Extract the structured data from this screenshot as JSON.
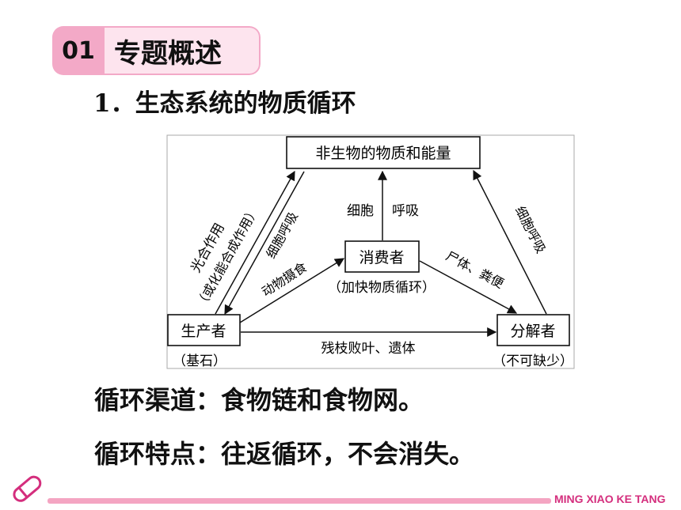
{
  "header": {
    "number": "01",
    "title": "专题概述"
  },
  "section_title": "1．生态系统的物质循环",
  "diagram": {
    "nodes": {
      "top": "非生物的物质和能量",
      "center": "消费者",
      "center_note": "（加快物质循环）",
      "left": "生产者",
      "left_note": "（基石）",
      "right": "分解者",
      "right_note": "（不可缺少）"
    },
    "edges": {
      "photosynthesis_1": "光合作用",
      "photosynthesis_2": "（或化能合成作用）",
      "producer_respiration": "细胞呼吸",
      "consumer_resp_1": "细胞",
      "consumer_resp_2": "呼吸",
      "decomposer_respiration": "细胞呼吸",
      "feeding": "动物摄食",
      "remains_consumer": "尸体、粪便",
      "remains_producer": "残枝败叶、遗体"
    }
  },
  "body_lines": [
    "循环渠道：食物链和食物网。",
    "循环特点：往返循环，不会消失。"
  ],
  "footer": {
    "brand": "MING XIAO KE TANG",
    "pencil_icon": "pencil-icon"
  },
  "colors": {
    "accent_pink": "#f3a9c7",
    "brand_text": "#d42e7d"
  }
}
